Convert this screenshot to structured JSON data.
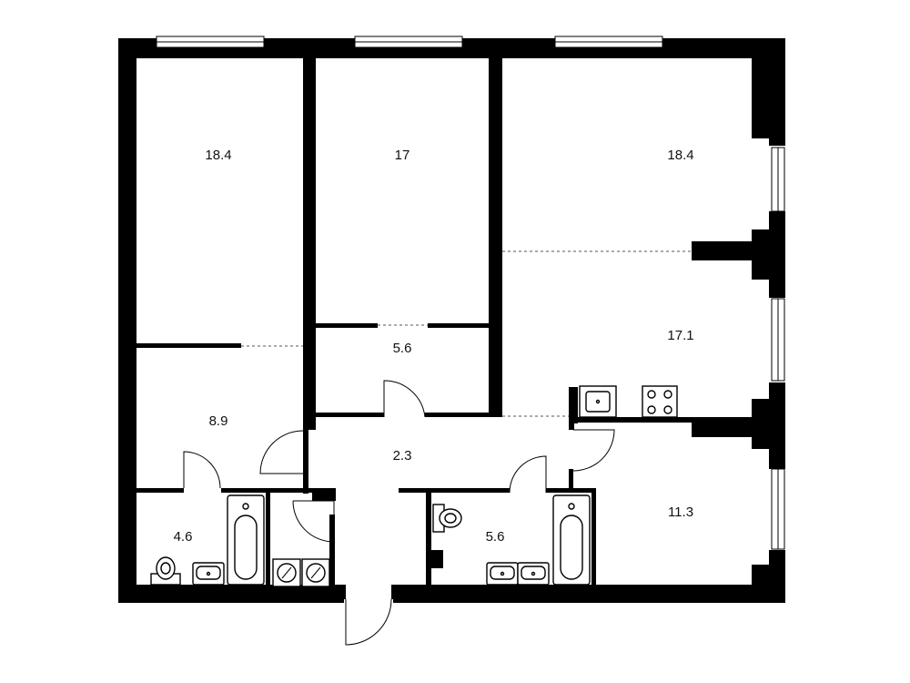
{
  "colors": {
    "wall": "#000000",
    "background": "#ffffff",
    "line": "#000000",
    "dashed": "#555555"
  },
  "rooms": [
    {
      "id": "bedroom-left",
      "area": "18.4"
    },
    {
      "id": "bedroom-middle",
      "area": "17"
    },
    {
      "id": "living-room",
      "area": "18.4"
    },
    {
      "id": "kitchen",
      "area": "17.1"
    },
    {
      "id": "closet",
      "area": "5.6"
    },
    {
      "id": "dressing-room",
      "area": "8.9"
    },
    {
      "id": "hallway",
      "area": "2.3"
    },
    {
      "id": "bathroom-left",
      "area": "4.6"
    },
    {
      "id": "bathroom-right",
      "area": "5.6"
    },
    {
      "id": "bedroom-right",
      "area": "11.3"
    }
  ],
  "icons": [
    "window-icon",
    "door-swing-icon",
    "bathtub-icon",
    "toilet-icon",
    "sink-icon",
    "stove-icon",
    "washing-machine-icon"
  ]
}
